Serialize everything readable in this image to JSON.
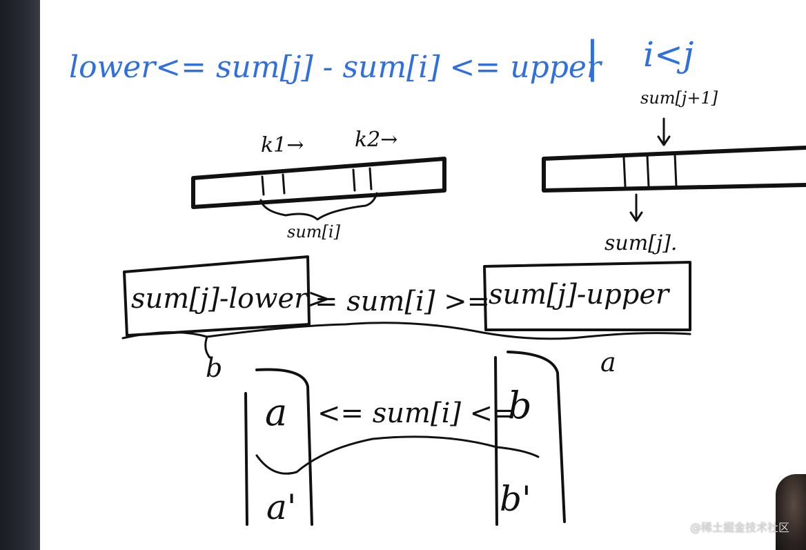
{
  "formula": {
    "main": "lower<= sum[j] - sum[i] <= upper",
    "separator": "|",
    "condition": "i<j"
  },
  "left_array": {
    "pointer_1": "k1→",
    "pointer_2": "k2→",
    "brace_label": "sum[i]"
  },
  "right_array": {
    "top_label": "sum[j+1]",
    "bottom_label": "sum[j]."
  },
  "inequality": {
    "left": "sum[j]-lower>",
    "middle": "= sum[i] >=",
    "right": "sum[j]-upper",
    "label_b": "b",
    "label_a": "a"
  },
  "bounds": {
    "a": "a",
    "middle": "<= sum[i] <=",
    "b": "b",
    "a_prime": "a'",
    "b_prime": "b'"
  },
  "watermark": "@稀土掘金技术社区"
}
